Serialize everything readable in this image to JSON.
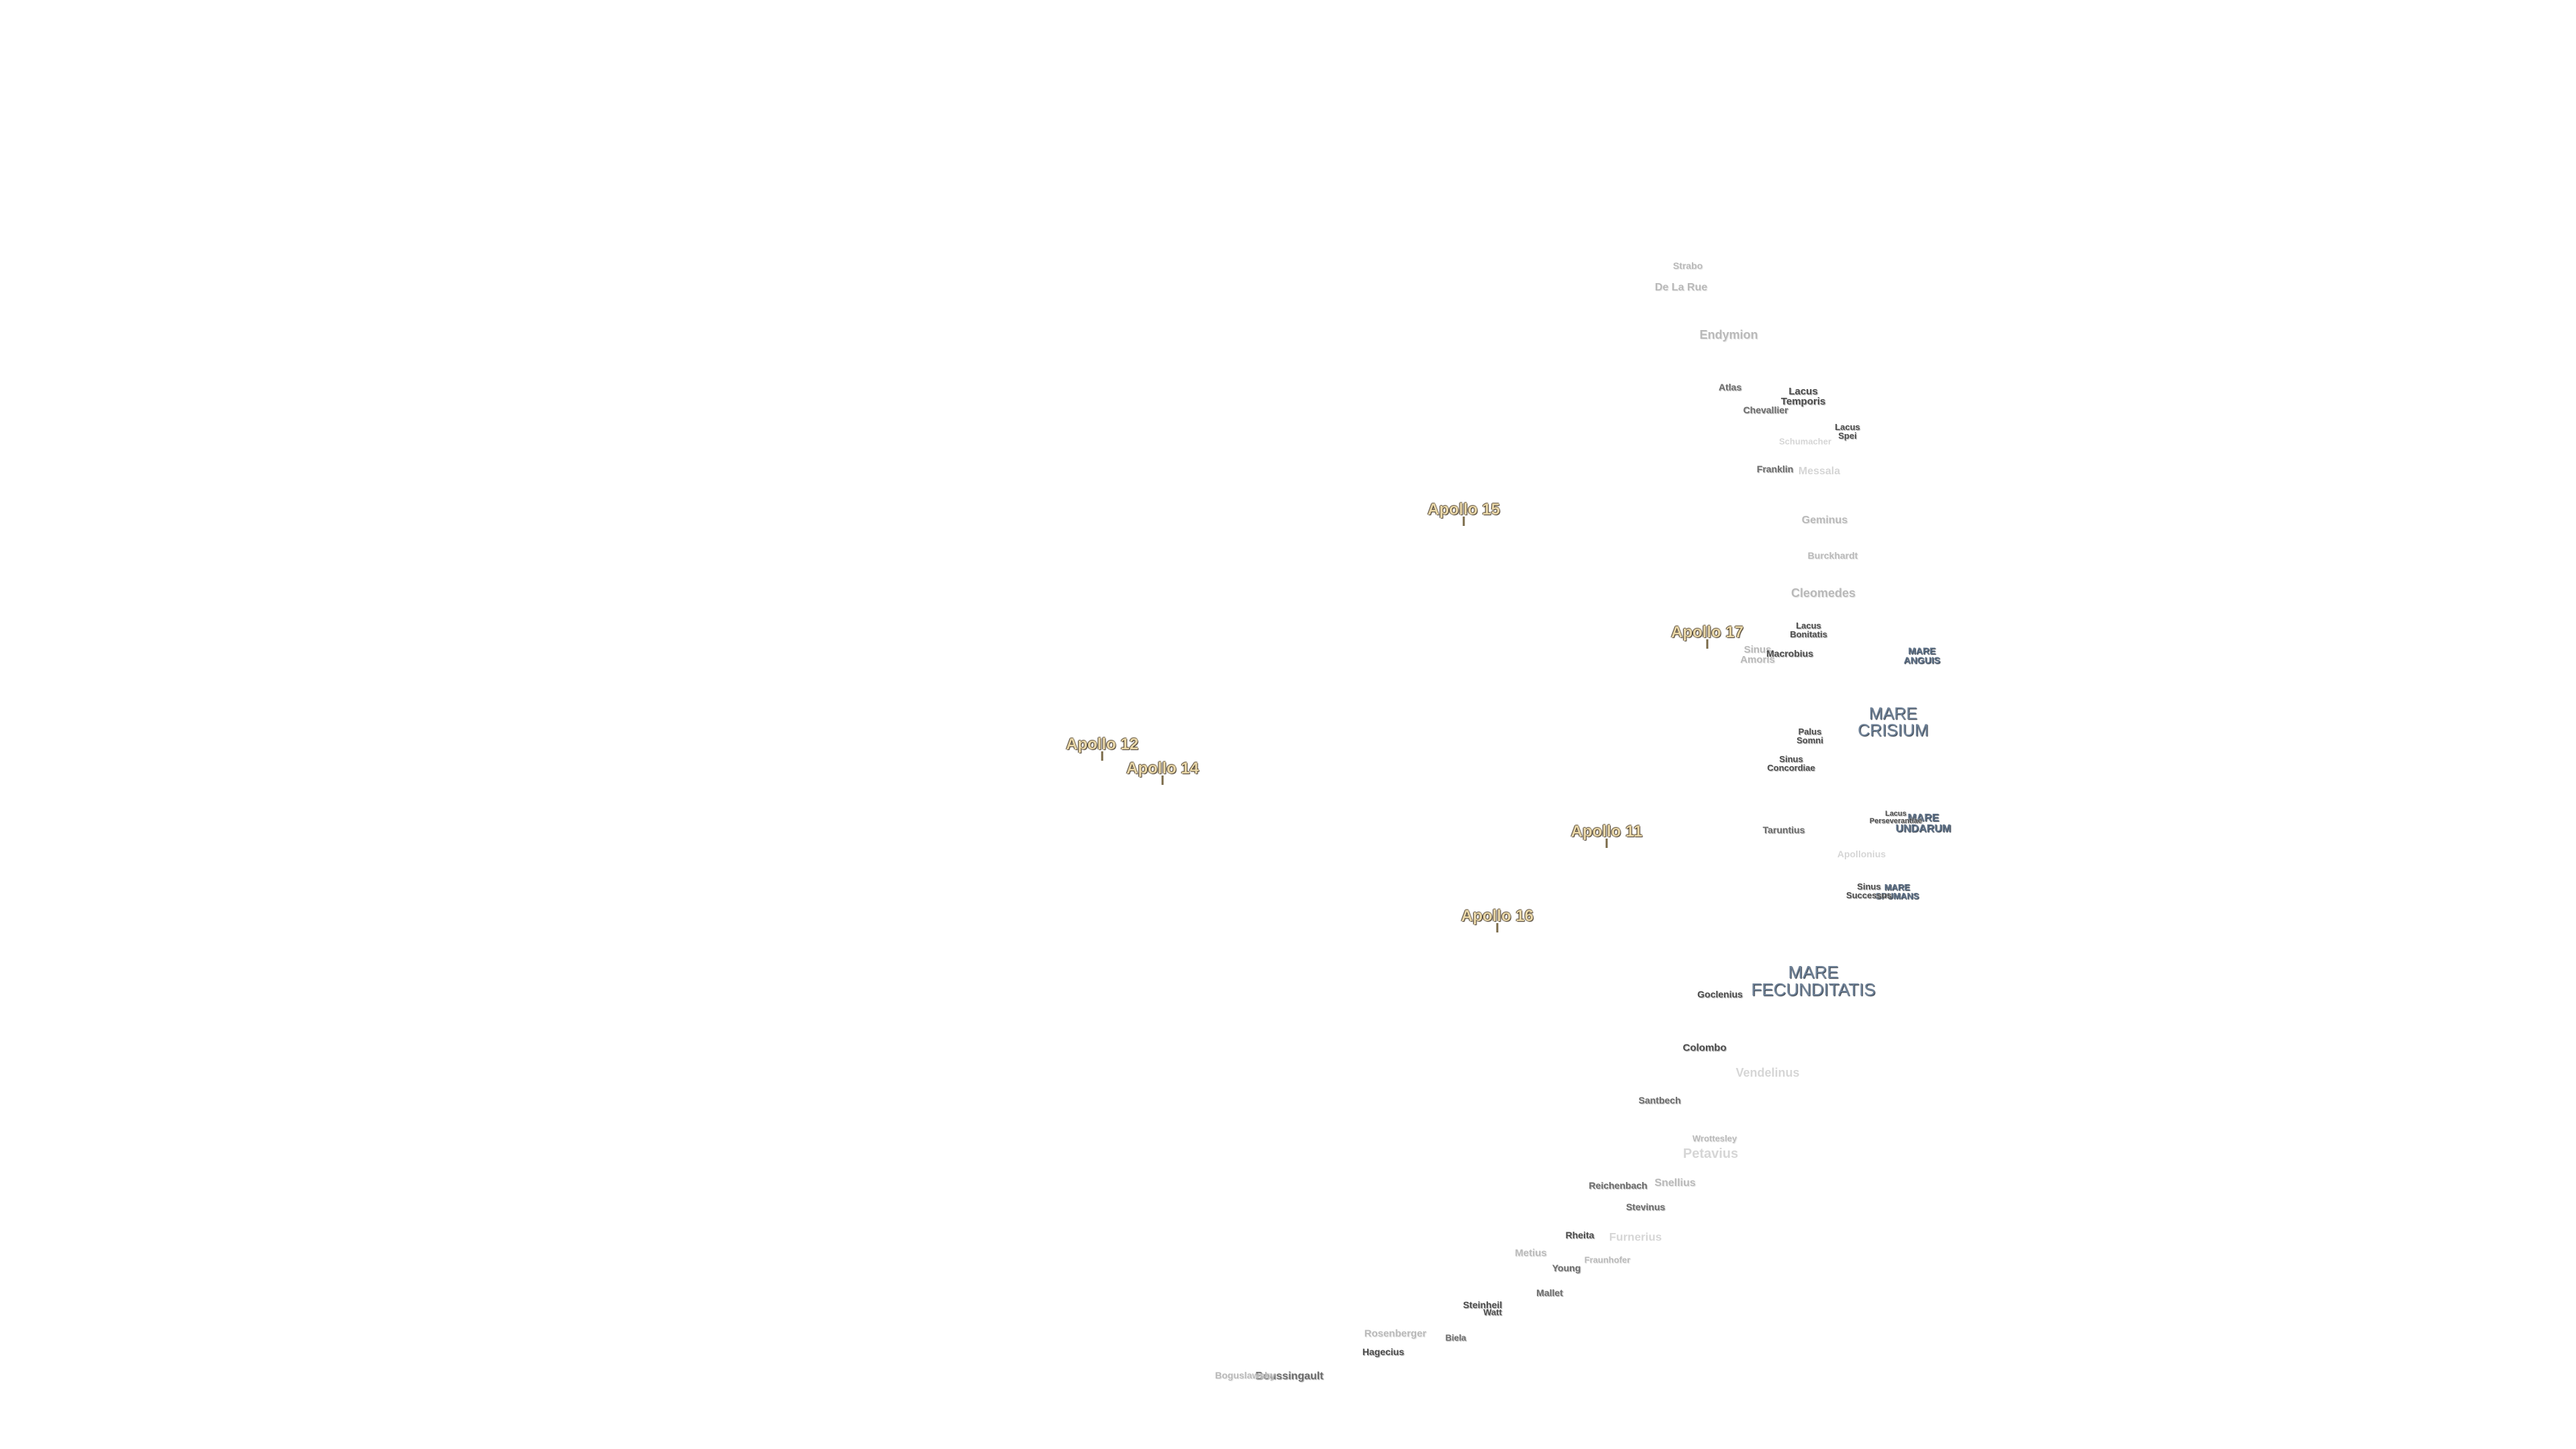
{
  "map": {
    "apollo_sites": [
      {
        "label": "Apollo 15"
      },
      {
        "label": "Apollo 17"
      },
      {
        "label": "Apollo 12"
      },
      {
        "label": "Apollo 14"
      },
      {
        "label": "Apollo 11"
      },
      {
        "label": "Apollo 16"
      }
    ],
    "maria": [
      {
        "label": "MARE\nCRISIUM"
      },
      {
        "label": "MARE\nANGUIS"
      },
      {
        "label": "MARE\nUNDARUM"
      },
      {
        "label": "MARE\nSPUMANS"
      },
      {
        "label": "MARE\nFECUNDITATIS"
      }
    ],
    "lakes_bays": [
      {
        "label": "Lacus\nTemporis"
      },
      {
        "label": "Lacus\nSpei"
      },
      {
        "label": "Lacus\nBonitatis"
      },
      {
        "label": "Palus\nSomni"
      },
      {
        "label": "Sinus\nConcordiae"
      },
      {
        "label": "Sinus\nAmoris"
      },
      {
        "label": "Lacus\nPerseverantiae"
      },
      {
        "label": "Sinus\nSuccessus"
      }
    ],
    "craters": [
      {
        "label": "Strabo"
      },
      {
        "label": "De La Rue"
      },
      {
        "label": "Endymion"
      },
      {
        "label": "Atlas"
      },
      {
        "label": "Chevallier"
      },
      {
        "label": "Schumacher"
      },
      {
        "label": "Franklin"
      },
      {
        "label": "Messala"
      },
      {
        "label": "Geminus"
      },
      {
        "label": "Burckhardt"
      },
      {
        "label": "Cleomedes"
      },
      {
        "label": "Macrobius"
      },
      {
        "label": "Taruntius"
      },
      {
        "label": "Apollonius"
      },
      {
        "label": "Goclenius"
      },
      {
        "label": "Colombo"
      },
      {
        "label": "Vendelinus"
      },
      {
        "label": "Santbech"
      },
      {
        "label": "Wrottesley"
      },
      {
        "label": "Petavius"
      },
      {
        "label": "Reichenbach"
      },
      {
        "label": "Snellius"
      },
      {
        "label": "Stevinus"
      },
      {
        "label": "Rheita"
      },
      {
        "label": "Furnerius"
      },
      {
        "label": "Metius"
      },
      {
        "label": "Fraunhofer"
      },
      {
        "label": "Young"
      },
      {
        "label": "Mallet"
      },
      {
        "label": "Steinheil"
      },
      {
        "label": "Watt"
      },
      {
        "label": "Rosenberger"
      },
      {
        "label": "Biela"
      },
      {
        "label": "Hagecius"
      },
      {
        "label": "Boussingault"
      },
      {
        "label": "Boguslawsky"
      }
    ]
  }
}
